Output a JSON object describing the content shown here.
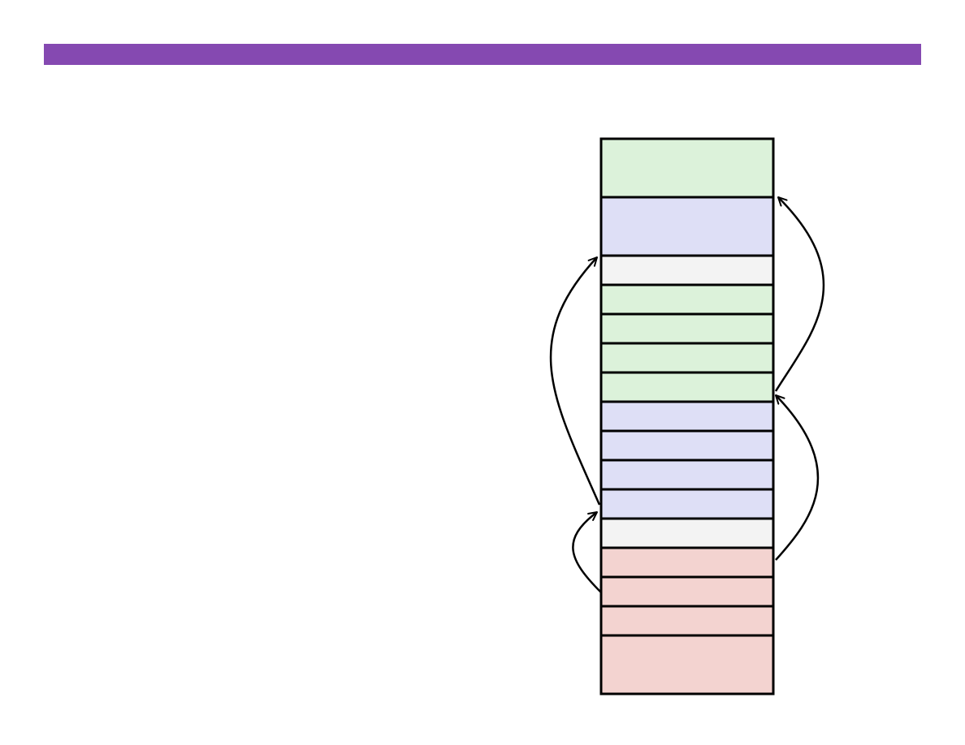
{
  "colors": {
    "title_bar": "#8549b1",
    "green": "#dcf2da",
    "blue": "#dedff6",
    "gray": "#f3f3f3",
    "red": "#f3d3d0",
    "outline": "#000000",
    "background": "#ffffff"
  },
  "stack": {
    "cells": [
      {
        "name": "stack-cell-1",
        "fill": "green"
      },
      {
        "name": "stack-cell-2",
        "fill": "blue"
      },
      {
        "name": "stack-cell-3",
        "fill": "gray"
      },
      {
        "name": "stack-cell-4",
        "fill": "green"
      },
      {
        "name": "stack-cell-5",
        "fill": "green"
      },
      {
        "name": "stack-cell-6",
        "fill": "green"
      },
      {
        "name": "stack-cell-7",
        "fill": "green"
      },
      {
        "name": "stack-cell-8",
        "fill": "blue"
      },
      {
        "name": "stack-cell-9",
        "fill": "blue"
      },
      {
        "name": "stack-cell-10",
        "fill": "blue"
      },
      {
        "name": "stack-cell-11",
        "fill": "blue"
      },
      {
        "name": "stack-cell-12",
        "fill": "gray"
      },
      {
        "name": "stack-cell-13",
        "fill": "red"
      },
      {
        "name": "stack-cell-14",
        "fill": "red"
      },
      {
        "name": "stack-cell-15",
        "fill": "red"
      },
      {
        "name": "stack-cell-16",
        "fill": "red"
      }
    ]
  },
  "arrows": [
    {
      "name": "arrow-cell-14-to-cell-11",
      "from_cell": 14,
      "to_cell": 11,
      "side": "left"
    },
    {
      "name": "arrow-cell-11-to-cell-3",
      "from_cell": 11,
      "to_cell": 3,
      "side": "left"
    },
    {
      "name": "arrow-cell-13-to-cell-7",
      "from_cell": 13,
      "to_cell": 7,
      "side": "right"
    },
    {
      "name": "arrow-cell-7-to-cell-1",
      "from_cell": 7,
      "to_cell": 1,
      "side": "right"
    }
  ]
}
